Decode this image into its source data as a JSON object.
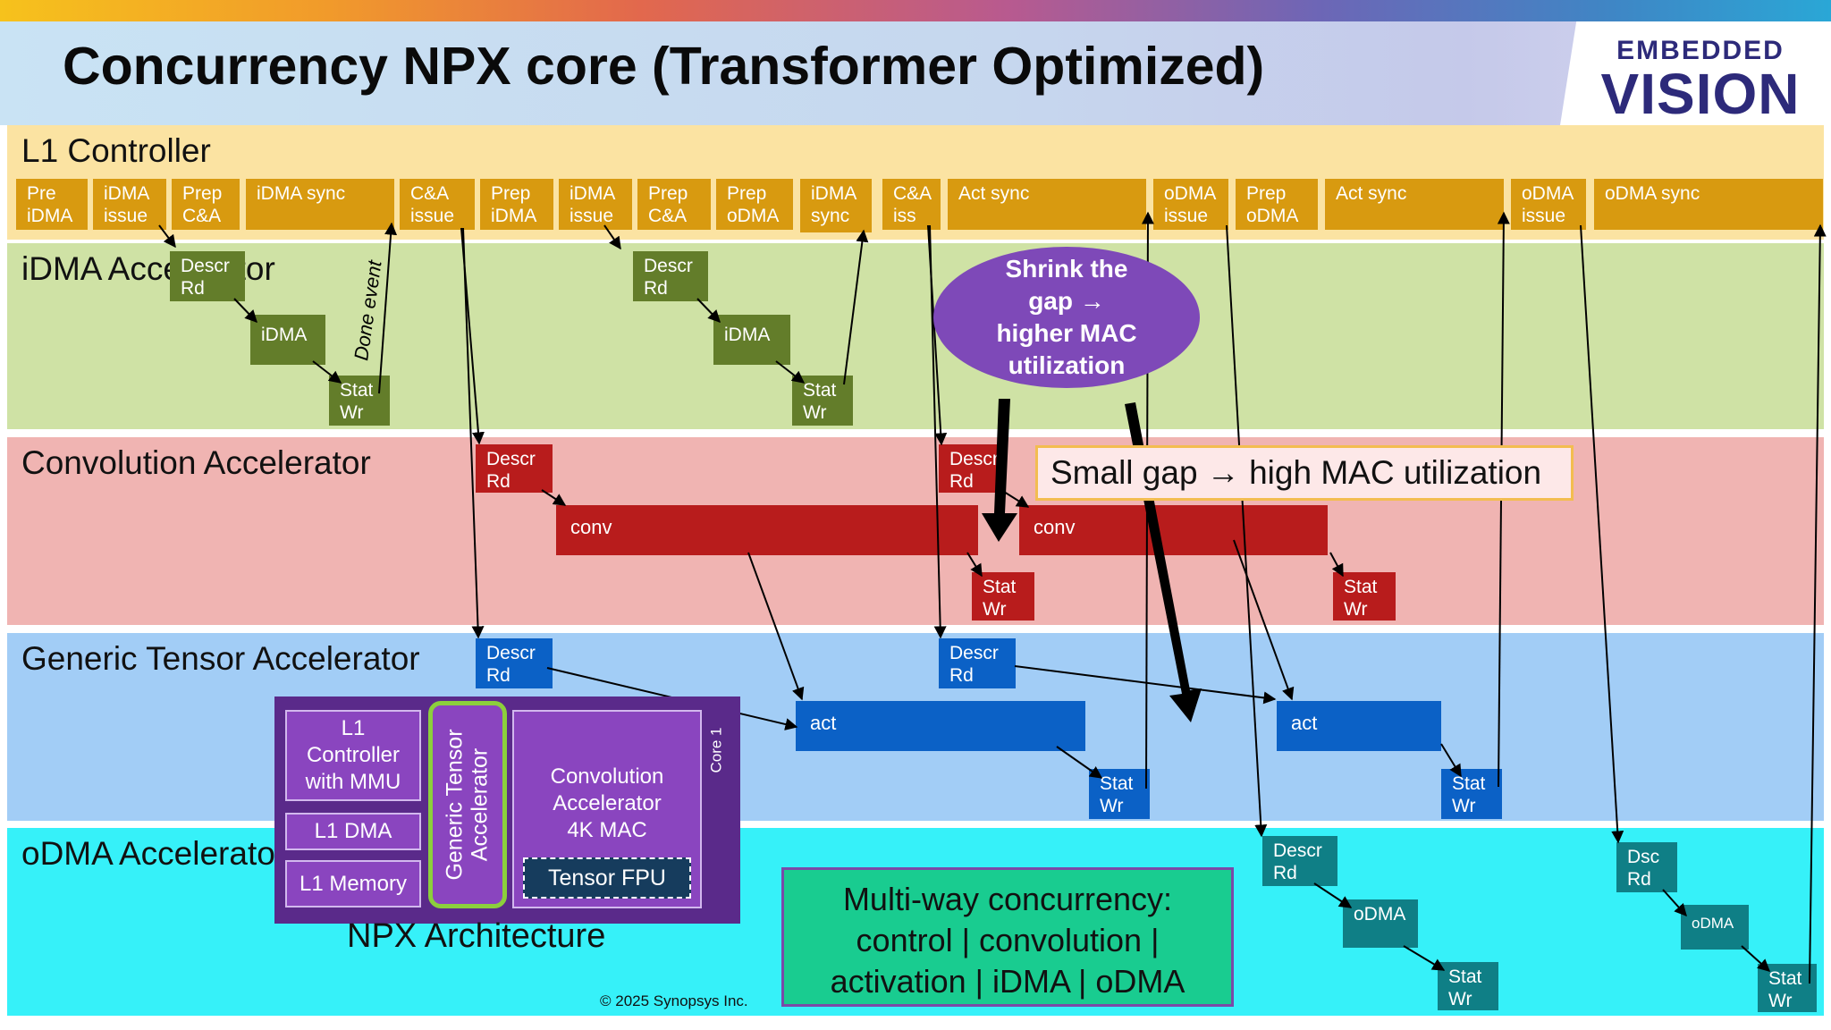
{
  "header": {
    "title": "Concurrency NPX core (Transformer Optimized)",
    "logo_top": "EMBEDDED",
    "logo_bottom": "VISION"
  },
  "lanes": [
    {
      "label": "L1 Controller",
      "color": "#fbe3a2"
    },
    {
      "label": "iDMA\nAccelerator",
      "color": "#cfe2a5"
    },
    {
      "label": "Convolution\nAccelerator",
      "color": "#f0b4b2"
    },
    {
      "label": "Generic Tensor\nAccelerator",
      "color": "#a2cdf6"
    },
    {
      "label": "oDMA\nAccelerator",
      "color": "#36f1f9"
    }
  ],
  "l1_controller_blocks": [
    "Pre\niDMA",
    "iDMA\nissue",
    "Prep\nC&A",
    "iDMA sync",
    "C&A\nissue",
    "Prep\niDMA",
    "iDMA\nissue",
    "Prep\nC&A",
    "Prep\noDMA",
    "iDMA\nsync",
    "C&A\niss",
    "Act sync",
    "oDMA\nissue",
    "Prep\noDMA",
    "Act sync",
    "oDMA\nissue",
    "oDMA sync"
  ],
  "idma_blocks": [
    "Descr\nRd",
    "iDMA",
    "Stat\nWr",
    "Descr\nRd",
    "iDMA",
    "Stat\nWr"
  ],
  "done_event": "Done event",
  "conv_blocks": [
    "Descr\nRd",
    "conv",
    "Descr\nRd",
    "conv",
    "Stat\nWr",
    "Stat\nWr"
  ],
  "gta_blocks": [
    "Descr\nRd",
    "Descr\nRd",
    "act",
    "act",
    "Stat\nWr",
    "Stat\nWr"
  ],
  "odma_blocks": [
    "Descr\nRd",
    "oDMA",
    "Stat\nWr",
    "Dsc\nRd",
    "oDMA",
    "Stat\nWr"
  ],
  "callouts": {
    "shrink_gap": "Shrink the\ngap →\nhigher MAC\nutilization",
    "small_gap": "Small gap → high MAC utilization",
    "multiway": "Multi-way concurrency:\ncontrol | convolution |\nactivation | iDMA | oDMA"
  },
  "npx": {
    "l1_controller": "L1\nController\nwith MMU",
    "l1_dma": "L1 DMA",
    "l1_memory": "L1 Memory",
    "generic_tensor": "Generic Tensor\nAccelerator",
    "conv_accel": "Convolution\nAccelerator\n4K MAC",
    "tensor_fpu": "Tensor FPU",
    "core": "Core 1",
    "label": "NPX Architecture"
  },
  "copyright": "© 2025 Synopsys Inc."
}
